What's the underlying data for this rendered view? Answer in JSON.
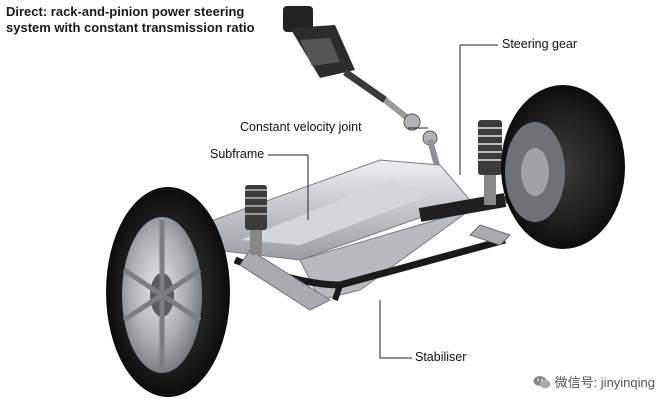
{
  "title": {
    "line1": "Direct: rack-and-pinion power steering",
    "line2": "system with constant transmission ratio"
  },
  "labels": {
    "steering_gear": "Steering gear",
    "cv_joint": "Constant velocity joint",
    "subframe": "Subframe",
    "stabiliser": "Stabiliser"
  },
  "watermark": {
    "text": "微信号: jinyinqing",
    "icon": "wechat-icon"
  },
  "colors": {
    "background": "#ffffff",
    "tire": "#1c1c1c",
    "rim": "#b9bcc0",
    "metal": "#c9ccd0",
    "dark_metal": "#2b2b2b",
    "leader": "#222222"
  }
}
